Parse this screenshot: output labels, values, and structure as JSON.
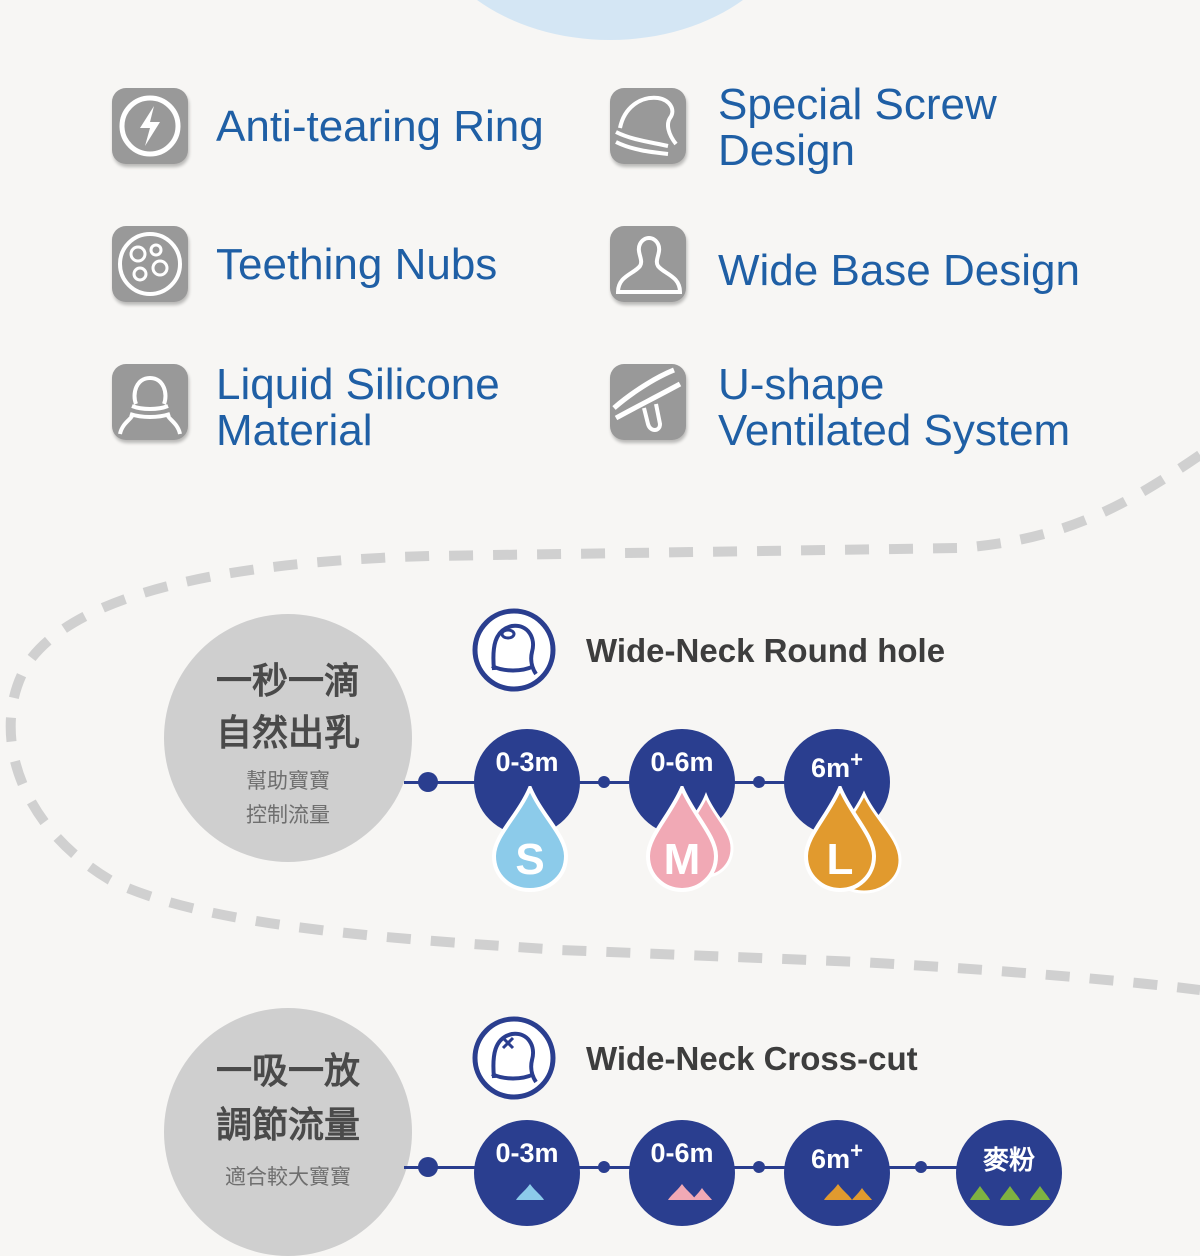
{
  "features": [
    {
      "icon": "lightning-ring-icon",
      "label_lines": [
        "Anti-tearing Ring"
      ]
    },
    {
      "icon": "screw-nipple-icon",
      "label_lines": [
        "Special Screw",
        "Design"
      ]
    },
    {
      "icon": "teething-nubs-icon",
      "label_lines": [
        "Teething Nubs"
      ]
    },
    {
      "icon": "wide-base-nipple-icon",
      "label_lines": [
        "Wide Base Design"
      ]
    },
    {
      "icon": "silicone-nipple-icon",
      "label_lines": [
        "Liquid Silicone",
        "Material"
      ]
    },
    {
      "icon": "u-shape-vent-icon",
      "label_lines": [
        "U-shape",
        "Ventilated System"
      ]
    }
  ],
  "sections": [
    {
      "circle_title": [
        "一秒一滴",
        "自然出乳"
      ],
      "circle_sub": [
        "幫助寶寶",
        "控制流量"
      ],
      "type_title": "Wide-Neck Round hole",
      "type_icon": "round-hole-nipple-icon",
      "sizes": [
        {
          "label": "0-3m",
          "letter": "S",
          "color": "#8ccbea"
        },
        {
          "label": "0-6m",
          "letter": "M",
          "color": "#f1a9b5"
        },
        {
          "label": "6m+",
          "letter": "L",
          "color": "#e19a2e"
        }
      ]
    },
    {
      "circle_title": [
        "一吸一放",
        "調節流量"
      ],
      "circle_sub": [
        "適合較大寶寶"
      ],
      "type_title": "Wide-Neck Cross-cut",
      "type_icon": "cross-cut-nipple-icon",
      "sizes": [
        {
          "label": "0-3m",
          "color": "#8ccbea"
        },
        {
          "label": "0-6m",
          "color": "#f1a9b5"
        },
        {
          "label": "6m+",
          "color": "#e19a2e"
        },
        {
          "label": "麥粉",
          "color": "#7fb241"
        }
      ]
    }
  ],
  "colors": {
    "feature_text": "#1f5fa5",
    "icon_bg": "#999999",
    "navy": "#2a3e8f",
    "dash": "#d0d0d0"
  }
}
